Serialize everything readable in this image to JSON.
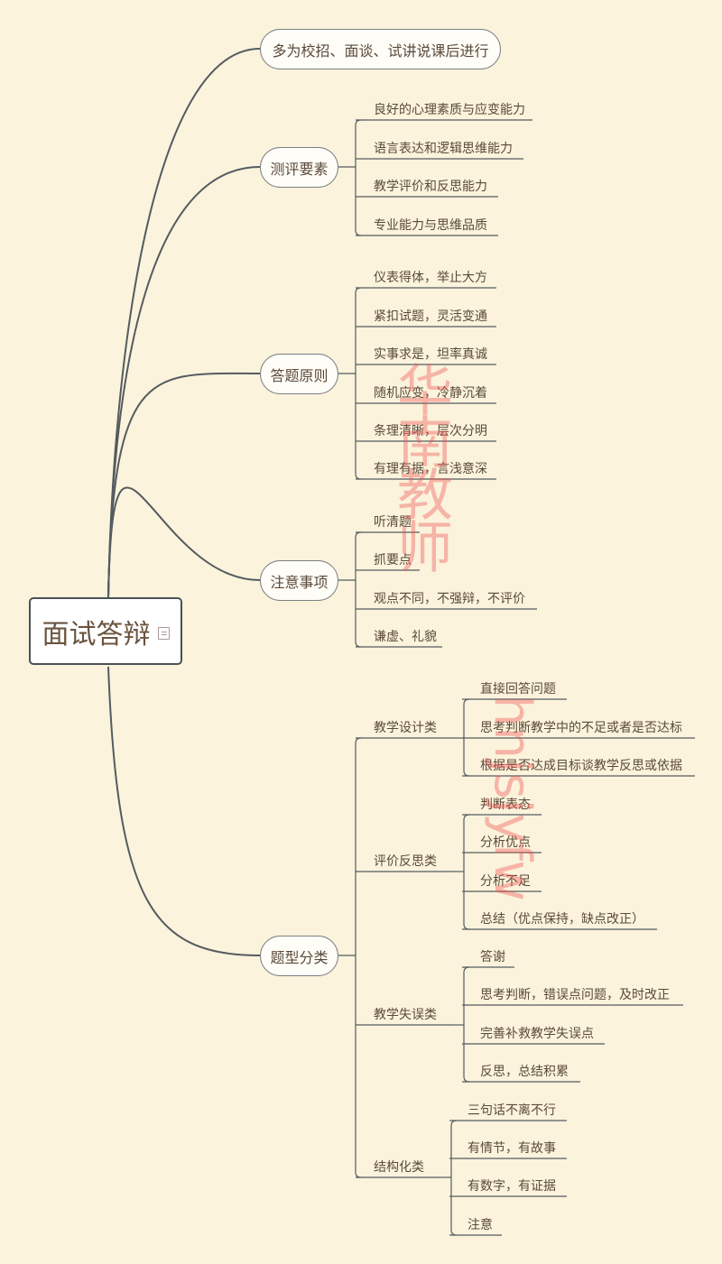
{
  "root": {
    "label": "面试答辩",
    "icon": "note-icon"
  },
  "topics": [
    {
      "label": "多为校招、面谈、试讲说课后进行",
      "items": []
    },
    {
      "label": "测评要素",
      "items": [
        "良好的心理素质与应变能力",
        "语言表达和逻辑思维能力",
        "教学评价和反思能力",
        "专业能力与思维品质"
      ]
    },
    {
      "label": "答题原则",
      "items": [
        "仪表得体，举止大方",
        "紧扣试题，灵活变通",
        "实事求是，坦率真诚",
        "随机应变，冷静沉着",
        "条理清晰，层次分明",
        "有理有据，言浅意深"
      ]
    },
    {
      "label": "注意事项",
      "items": [
        "听清题",
        "抓要点",
        "观点不同，不强辩，不评价",
        "谦虚、礼貌"
      ]
    },
    {
      "label": "题型分类",
      "subtopics": [
        {
          "label": "教学设计类",
          "items": [
            "直接回答问题",
            "思考判断教学中的不足或者是否达标",
            "根据是否达成目标谈教学反思或依据"
          ]
        },
        {
          "label": "评价反思类",
          "items": [
            "判断表态",
            "分析优点",
            "分析不足",
            "总结（优点保持，缺点改正）"
          ]
        },
        {
          "label": "教学失误类",
          "items": [
            "答谢",
            "思考判断，错误点问题，及时改正",
            "完善补救教学失误点",
            "反思，总结积累"
          ]
        },
        {
          "label": "结构化类",
          "items": [
            "三句话不离不行",
            "有情节，有故事",
            "有数字，有证据",
            "注意"
          ]
        }
      ]
    }
  ],
  "watermark": {
    "cn": "华南教师",
    "en": "hnjsjyfw"
  }
}
